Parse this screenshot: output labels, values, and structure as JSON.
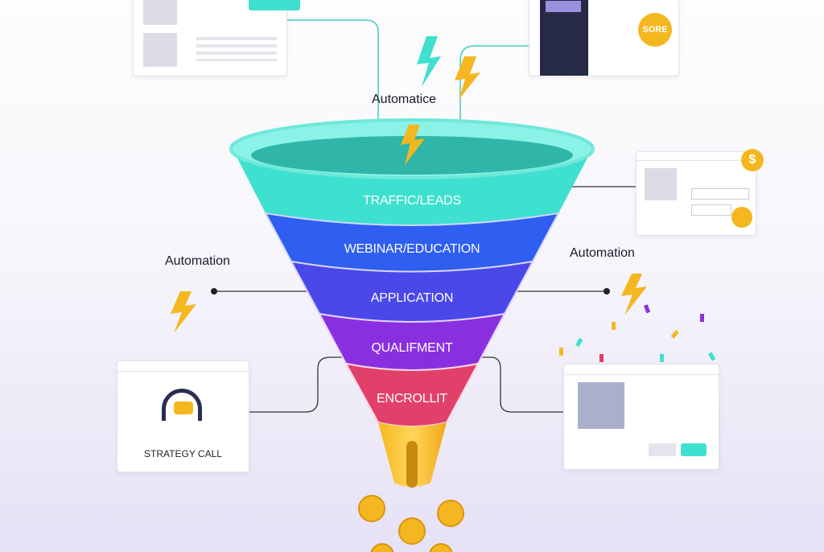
{
  "labels": {
    "automation_top": "Automatice",
    "automation_left": "Automation",
    "automation_right": "Automation"
  },
  "stages": [
    "TRAFFIC/LEADS",
    "WEBINAR/EDUCATION",
    "APPLICATION",
    "QUALIFMENT",
    "ENCROLLIT"
  ],
  "cards": {
    "strategy_call": "STRATEGY CALL",
    "score_badge": "SORE",
    "dollar": "$"
  },
  "colors": {
    "teal": "#3ee0cf",
    "blue": "#2f5ef0",
    "indigo": "#4a48e8",
    "purple": "#8a2fe0",
    "red": "#e0406a",
    "gold": "#f5b71f"
  }
}
